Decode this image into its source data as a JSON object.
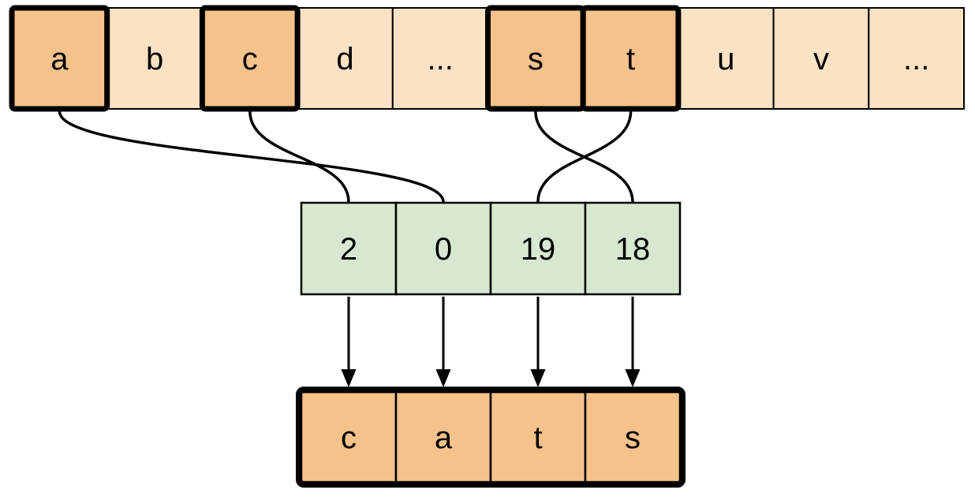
{
  "diagram": {
    "title_hint": "",
    "alphabet_row": {
      "cells": [
        {
          "label": "a",
          "highlighted": true
        },
        {
          "label": "b",
          "highlighted": false
        },
        {
          "label": "c",
          "highlighted": true
        },
        {
          "label": "d",
          "highlighted": false
        },
        {
          "label": "...",
          "highlighted": false
        },
        {
          "label": "s",
          "highlighted": true
        },
        {
          "label": "t",
          "highlighted": true
        },
        {
          "label": "u",
          "highlighted": false
        },
        {
          "label": "v",
          "highlighted": false
        },
        {
          "label": "...",
          "highlighted": false
        }
      ]
    },
    "index_row": {
      "cells": [
        {
          "value": "2"
        },
        {
          "value": "0"
        },
        {
          "value": "19"
        },
        {
          "value": "18"
        }
      ]
    },
    "word_row": {
      "cells": [
        {
          "label": "c"
        },
        {
          "label": "a"
        },
        {
          "label": "t"
        },
        {
          "label": "s"
        }
      ]
    },
    "connectors": {
      "alphabet_to_index": [
        {
          "from_letter": "a",
          "to_value": "0"
        },
        {
          "from_letter": "c",
          "to_value": "2"
        },
        {
          "from_letter": "s",
          "to_value": "18"
        },
        {
          "from_letter": "t",
          "to_value": "19"
        }
      ],
      "index_to_word": [
        {
          "from_value": "2",
          "to_letter": "c"
        },
        {
          "from_value": "0",
          "to_letter": "a"
        },
        {
          "from_value": "19",
          "to_letter": "t"
        },
        {
          "from_value": "18",
          "to_letter": "s"
        }
      ]
    },
    "colors": {
      "cell_default": "#fbe2c4",
      "cell_highlight": "#f5c28c",
      "index_cell": "#d8e8d0",
      "stroke": "#000000",
      "background": "#ffffff"
    }
  }
}
